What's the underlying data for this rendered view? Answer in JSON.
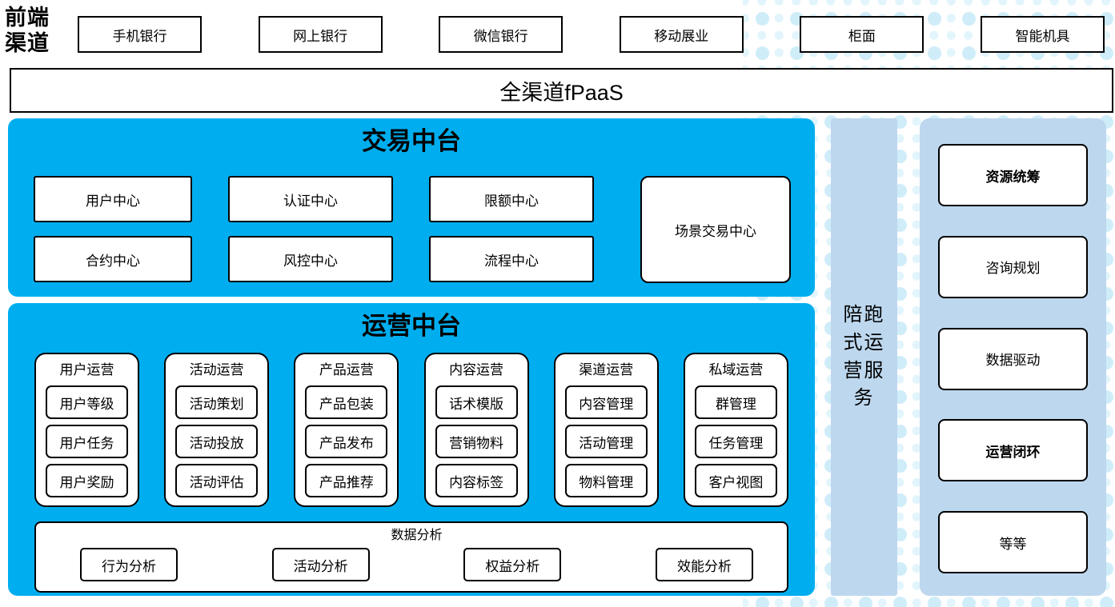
{
  "header": {
    "label": "前端渠道",
    "channels": [
      "手机银行",
      "网上银行",
      "微信银行",
      "移动展业",
      "柜面",
      "智能机具"
    ]
  },
  "fpaas": {
    "label": "全渠道fPaaS"
  },
  "transaction": {
    "title": "交易中台",
    "centers": [
      "用户中心",
      "认证中心",
      "限额中心",
      "合约中心",
      "风控中心",
      "流程中心"
    ],
    "scene_center": "场景交易中心"
  },
  "operation": {
    "title": "运营中台",
    "groups": [
      {
        "title": "用户运营",
        "items": [
          "用户等级",
          "用户任务",
          "用户奖励"
        ]
      },
      {
        "title": "活动运营",
        "items": [
          "活动策划",
          "活动投放",
          "活动评估"
        ]
      },
      {
        "title": "产品运营",
        "items": [
          "产品包装",
          "产品发布",
          "产品推荐"
        ]
      },
      {
        "title": "内容运营",
        "items": [
          "话术模版",
          "营销物料",
          "内容标签"
        ]
      },
      {
        "title": "渠道运营",
        "items": [
          "内容管理",
          "活动管理",
          "物料管理"
        ]
      },
      {
        "title": "私域运营",
        "items": [
          "群管理",
          "任务管理",
          "客户视图"
        ]
      }
    ],
    "analysis": {
      "title": "数据分析",
      "items": [
        "行为分析",
        "活动分析",
        "权益分析",
        "效能分析"
      ]
    }
  },
  "sidebar": {
    "label": "陪跑式运营服务"
  },
  "services": [
    {
      "label": "资源统筹",
      "bold": true
    },
    {
      "label": "咨询规划",
      "bold": false
    },
    {
      "label": "数据驱动",
      "bold": false
    },
    {
      "label": "运营闭环",
      "bold": true
    },
    {
      "label": "等等",
      "bold": false
    }
  ],
  "colors": {
    "primary_blue": "#00AEEF",
    "light_blue": "#BDD7EE",
    "dot_color": "#CFECF9",
    "border_black": "#000000"
  }
}
